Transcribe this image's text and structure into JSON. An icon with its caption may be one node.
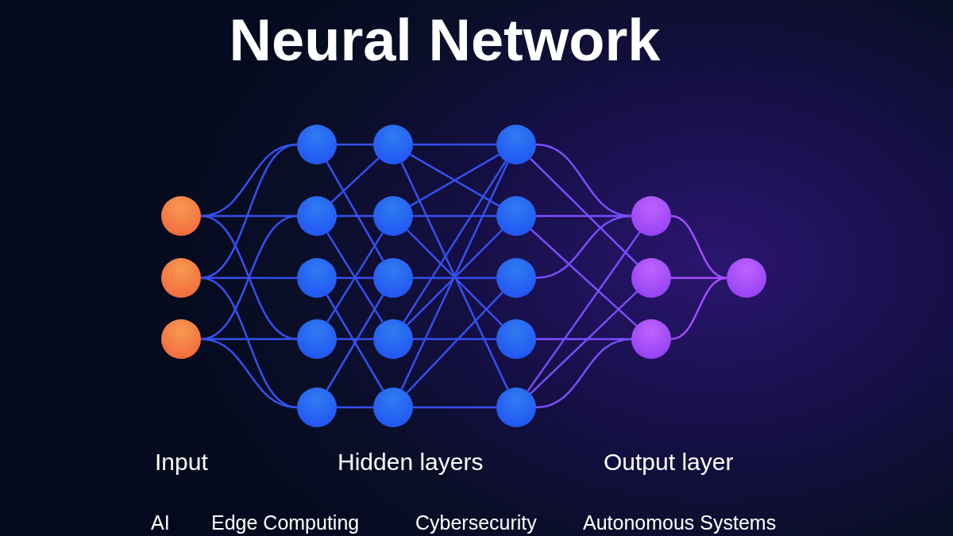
{
  "diagram": {
    "title": "Neural Network",
    "nodes": [
      {
        "text": [],
        "shape": "circle"
      },
      {
        "text": [],
        "shape": "circle"
      },
      {
        "text": [],
        "shape": "circle"
      },
      {
        "text": [],
        "shape": "circle"
      },
      {
        "text": [],
        "shape": "circle"
      },
      {
        "text": [],
        "shape": "circle"
      },
      {
        "text": [],
        "shape": "circle"
      },
      {
        "text": [],
        "shape": "circle"
      },
      {
        "text": [],
        "shape": "circle"
      },
      {
        "text": [],
        "shape": "circle"
      },
      {
        "text": [],
        "shape": "circle"
      },
      {
        "text": [],
        "shape": "circle"
      },
      {
        "text": [],
        "shape": "circle"
      },
      {
        "text": [],
        "shape": "circle"
      },
      {
        "text": [],
        "shape": "circle"
      },
      {
        "text": [],
        "shape": "circle"
      },
      {
        "text": [],
        "shape": "circle"
      },
      {
        "text": [],
        "shape": "circle"
      },
      {
        "text": [],
        "shape": "circle"
      },
      {
        "text": [],
        "shape": "circle"
      },
      {
        "text": [],
        "shape": "circle"
      },
      {
        "text": [],
        "shape": "circle"
      }
    ],
    "edges": [
      {
        "from": 0,
        "to": 3,
        "arrow": "none"
      },
      {
        "from": 0,
        "to": 4,
        "arrow": "none"
      },
      {
        "from": 0,
        "to": 6,
        "arrow": "none"
      },
      {
        "from": 1,
        "to": 3,
        "arrow": "none"
      },
      {
        "from": 1,
        "to": 5,
        "arrow": "none"
      },
      {
        "from": 1,
        "to": 7,
        "arrow": "none"
      },
      {
        "from": 2,
        "to": 4,
        "arrow": "none"
      },
      {
        "from": 2,
        "to": 6,
        "arrow": "none"
      },
      {
        "from": 2,
        "to": 7,
        "arrow": "none"
      },
      {
        "from": 3,
        "to": 8,
        "arrow": "none"
      },
      {
        "from": 4,
        "to": 9,
        "arrow": "none"
      },
      {
        "from": 5,
        "to": 10,
        "arrow": "none"
      },
      {
        "from": 6,
        "to": 11,
        "arrow": "none"
      },
      {
        "from": 7,
        "to": 12,
        "arrow": "none"
      },
      {
        "from": 3,
        "to": 10,
        "arrow": "none"
      },
      {
        "from": 4,
        "to": 8,
        "arrow": "none"
      },
      {
        "from": 4,
        "to": 11,
        "arrow": "none"
      },
      {
        "from": 5,
        "to": 12,
        "arrow": "none"
      },
      {
        "from": 6,
        "to": 9,
        "arrow": "none"
      },
      {
        "from": 7,
        "to": 10,
        "arrow": "none"
      },
      {
        "from": 8,
        "to": 13,
        "arrow": "none"
      },
      {
        "from": 8,
        "to": 14,
        "arrow": "none"
      },
      {
        "from": 8,
        "to": 17,
        "arrow": "none"
      },
      {
        "from": 9,
        "to": 14,
        "arrow": "none"
      },
      {
        "from": 9,
        "to": 13,
        "arrow": "none"
      },
      {
        "from": 9,
        "to": 16,
        "arrow": "none"
      },
      {
        "from": 10,
        "to": 15,
        "arrow": "none"
      },
      {
        "from": 11,
        "to": 16,
        "arrow": "none"
      },
      {
        "from": 11,
        "to": 13,
        "arrow": "none"
      },
      {
        "from": 11,
        "to": 14,
        "arrow": "none"
      },
      {
        "from": 12,
        "to": 17,
        "arrow": "none"
      },
      {
        "from": 12,
        "to": 13,
        "arrow": "none"
      },
      {
        "from": 12,
        "to": 15,
        "arrow": "none"
      },
      {
        "from": 13,
        "to": 18,
        "arrow": "none",
        "color": "#7b4dff"
      },
      {
        "from": 13,
        "to": 19,
        "arrow": "none",
        "color": "#7b4dff"
      },
      {
        "from": 14,
        "to": 18,
        "arrow": "none",
        "color": "#7b4dff"
      },
      {
        "from": 14,
        "to": 20,
        "arrow": "none",
        "color": "#7b4dff"
      },
      {
        "from": 15,
        "to": 18,
        "arrow": "none",
        "color": "#7b4dff"
      },
      {
        "from": 16,
        "to": 20,
        "arrow": "none",
        "color": "#7b4dff"
      },
      {
        "from": 17,
        "to": 18,
        "arrow": "none",
        "color": "#7b4dff"
      },
      {
        "from": 17,
        "to": 19,
        "arrow": "none",
        "color": "#7b4dff"
      },
      {
        "from": 17,
        "to": 20,
        "arrow": "none",
        "color": "#7b4dff"
      },
      {
        "from": 18,
        "to": 21,
        "arrow": "none",
        "color": "#a64dff"
      },
      {
        "from": 19,
        "to": 21,
        "arrow": "none",
        "color": "#a64dff"
      },
      {
        "from": 20,
        "to": 21,
        "arrow": "none",
        "color": "#a64dff"
      }
    ],
    "labels": [
      "Input",
      "Hidden layers",
      "Output layer",
      "AI",
      "Edge Computing",
      "Cybersecurity",
      "Autonomous Systems"
    ]
  }
}
